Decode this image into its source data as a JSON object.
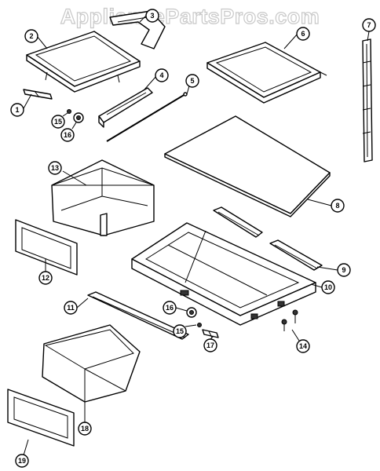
{
  "watermark": "AppliancePartsPros.com",
  "callouts": {
    "c1": "1",
    "c2": "2",
    "c3": "3",
    "c4": "4",
    "c5": "5",
    "c6": "6",
    "c7": "7",
    "c8": "8",
    "c9": "9",
    "c10": "10",
    "c11": "11",
    "c12": "12",
    "c13": "13",
    "c14": "14",
    "c15a": "15",
    "c15b": "15",
    "c16a": "16",
    "c16b": "16",
    "c17": "17",
    "c18": "18",
    "c19": "19"
  }
}
